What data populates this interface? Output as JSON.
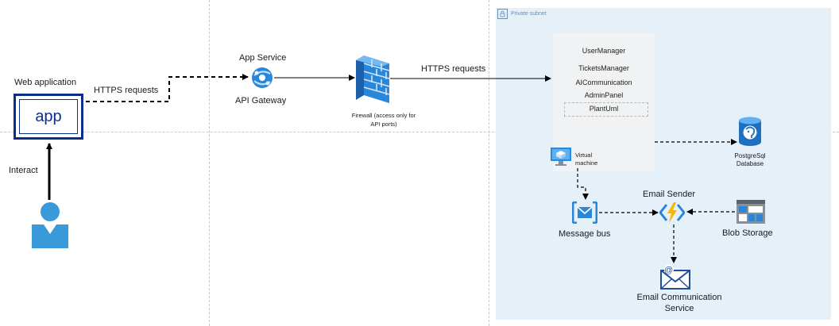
{
  "subnet": {
    "label": "Private subnet"
  },
  "web_app": {
    "title": "Web application",
    "box_text": "app"
  },
  "user": {
    "action": "Interact"
  },
  "edges": {
    "https1": "HTTPS requests",
    "https2": "HTTPS requests"
  },
  "app_service": {
    "title": "App Service",
    "subtitle": "API Gateway"
  },
  "firewall": {
    "line1": "Firewall (access only for",
    "line2": "API ports)"
  },
  "vm": {
    "modules": [
      "UserManager",
      "TicketsManager",
      "AICommunication",
      "AdminPanel",
      "PlantUml"
    ],
    "label_line1": "Virtual",
    "label_line2": "machine"
  },
  "database": {
    "line1": "PostgreSql",
    "line2": "Database"
  },
  "email_sender": {
    "label": "Email Sender"
  },
  "message_bus": {
    "label": "Message bus"
  },
  "blob_storage": {
    "label": "Blob Storage"
  },
  "email_service": {
    "line1": "Email Communication",
    "line2": "Service"
  },
  "colors": {
    "app_blue": "#0b2d8c",
    "azure_blue": "#1f7ed6",
    "subnet_bg": "#e6f0f8",
    "lightning": "#f5b800"
  }
}
